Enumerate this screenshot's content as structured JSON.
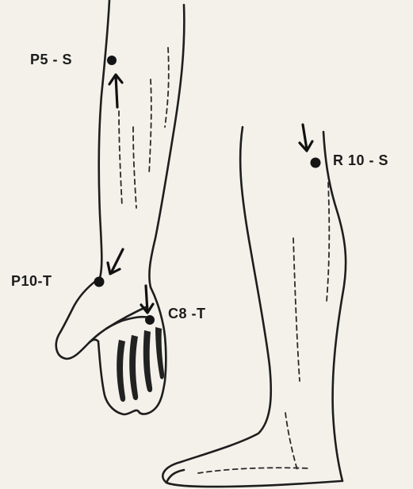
{
  "figure": {
    "points": [
      {
        "id": "p5",
        "label": "P5 - S"
      },
      {
        "id": "p10",
        "label": "P10-T"
      },
      {
        "id": "c8",
        "label": "C8 -T"
      },
      {
        "id": "r10",
        "label": "R 10 - S"
      }
    ],
    "icons": {
      "arm": "forearm-and-hand-outline",
      "leg": "lower-leg-and-foot-outline",
      "marker": "acupoint-dot",
      "direction": "arrow"
    },
    "colors": {
      "ink": "#1e1e1e",
      "paper": "#f3f1ea"
    }
  }
}
